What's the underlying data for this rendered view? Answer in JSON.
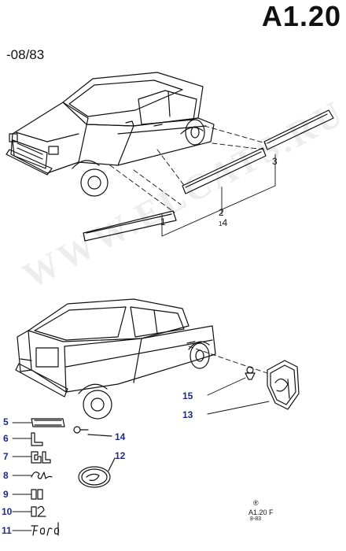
{
  "header": {
    "sheet_code": "A1.20",
    "date_range": "-08/83"
  },
  "watermark": "WWW.ELCATS.RU",
  "callouts": {
    "c1": "1",
    "c2": "2",
    "c3": "3",
    "c4": "4",
    "c5": "5",
    "c6": "6",
    "c7": "7",
    "c8": "8",
    "c9": "9",
    "c10": "10",
    "c11": "11",
    "c12": "12",
    "c13": "13",
    "c14": "14",
    "c15": "15"
  },
  "badges": {
    "fiesta": "FIESTA",
    "ford": "Ford",
    "gl": "GL",
    "l": "L",
    "ghia": "Ghia",
    "n11": "11",
    "n12": "12"
  },
  "reference": {
    "symbol": "®",
    "code": "A1.20 F",
    "date": "8-83"
  },
  "colors": {
    "callout": "#1e2a8a",
    "line": "#111111"
  }
}
